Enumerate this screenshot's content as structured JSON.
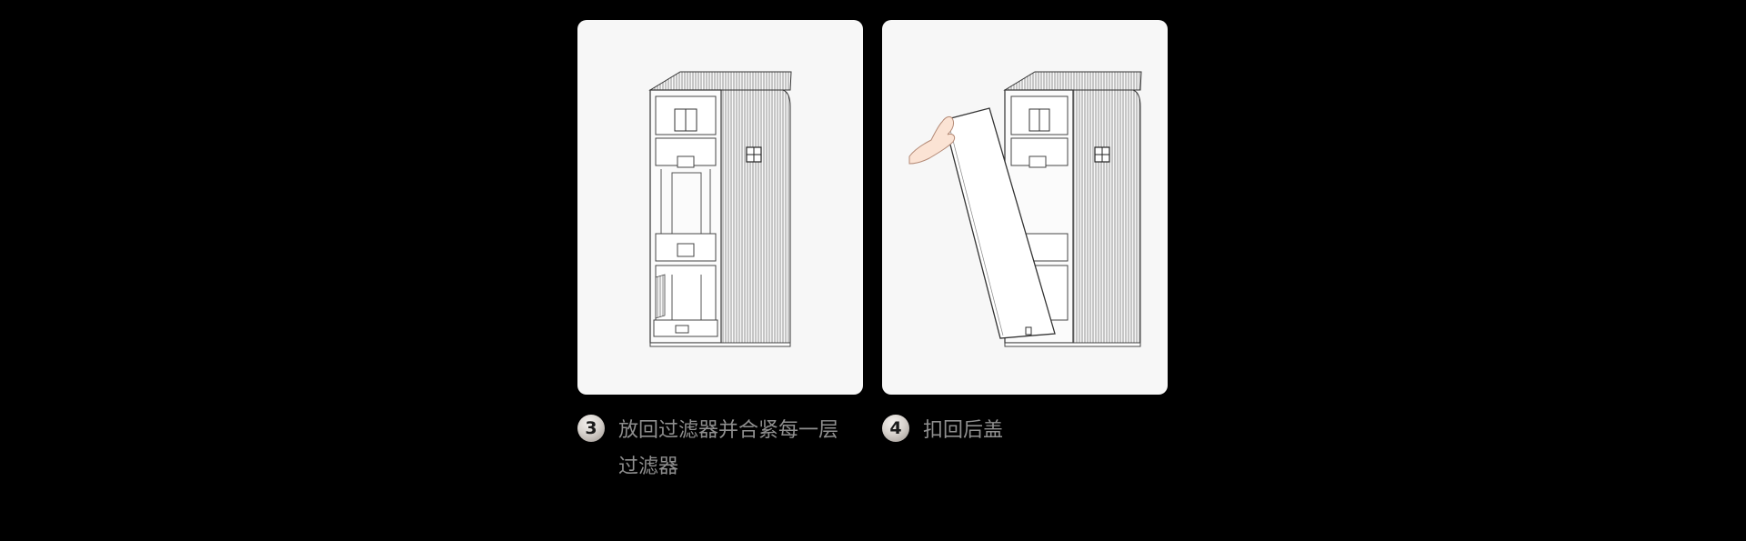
{
  "steps": [
    {
      "number": "3",
      "text": "放回过滤器并合紧每一层过滤器",
      "illustration": "purifier-back-cover-open-illustration"
    },
    {
      "number": "4",
      "text": "扣回后盖",
      "illustration": "purifier-back-cover-closing-illustration"
    }
  ],
  "colors": {
    "background": "#000000",
    "card": "#f7f7f7",
    "caption_text": "#8f8f8f",
    "line_art": "#3a3a3a"
  }
}
